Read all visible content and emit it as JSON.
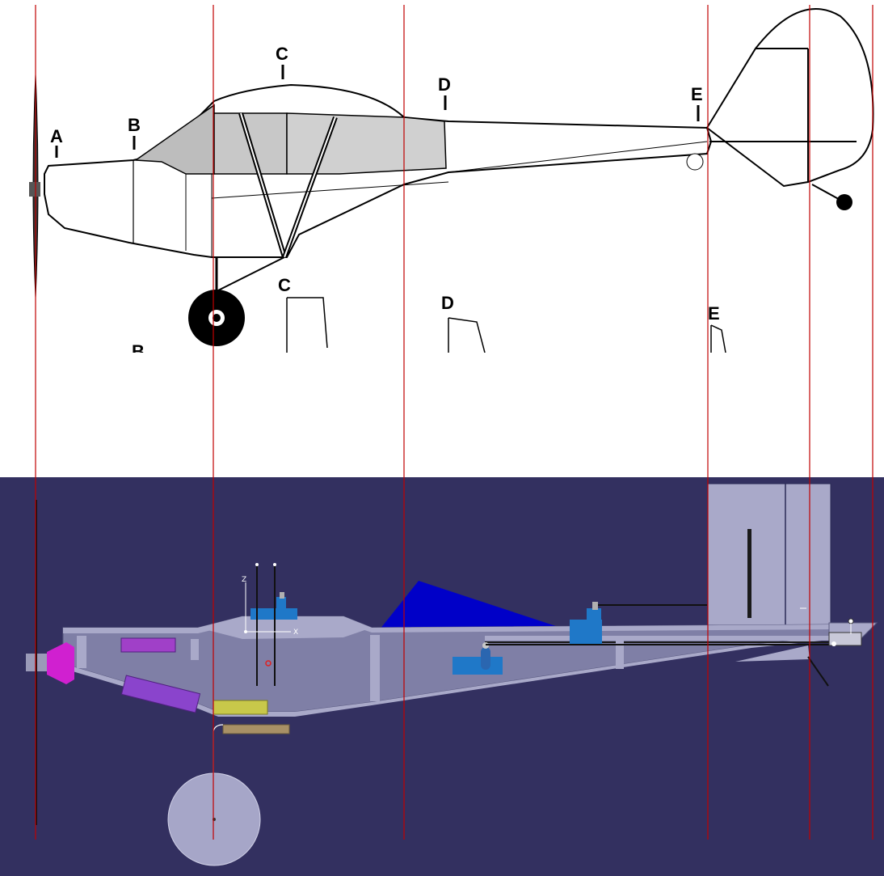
{
  "drawing": {
    "station_labels": [
      "A",
      "B",
      "C",
      "D",
      "E"
    ],
    "lower_labels": [
      "B",
      "C",
      "D",
      "E"
    ]
  },
  "model": {
    "axis_labels": {
      "vertical": "Z",
      "horizontal": "X"
    }
  },
  "colors": {
    "reference_line": "#c00000",
    "cad_background": "#333060",
    "fuselage": "#7f7fa6",
    "servo": "#1f78c8",
    "fin": "#0000c8",
    "spinner": "#d020d0",
    "battery": "#8040c0",
    "tray_yellow": "#c8c84a",
    "skid_tan": "#a89066",
    "wheel": "#a6a6c8"
  }
}
